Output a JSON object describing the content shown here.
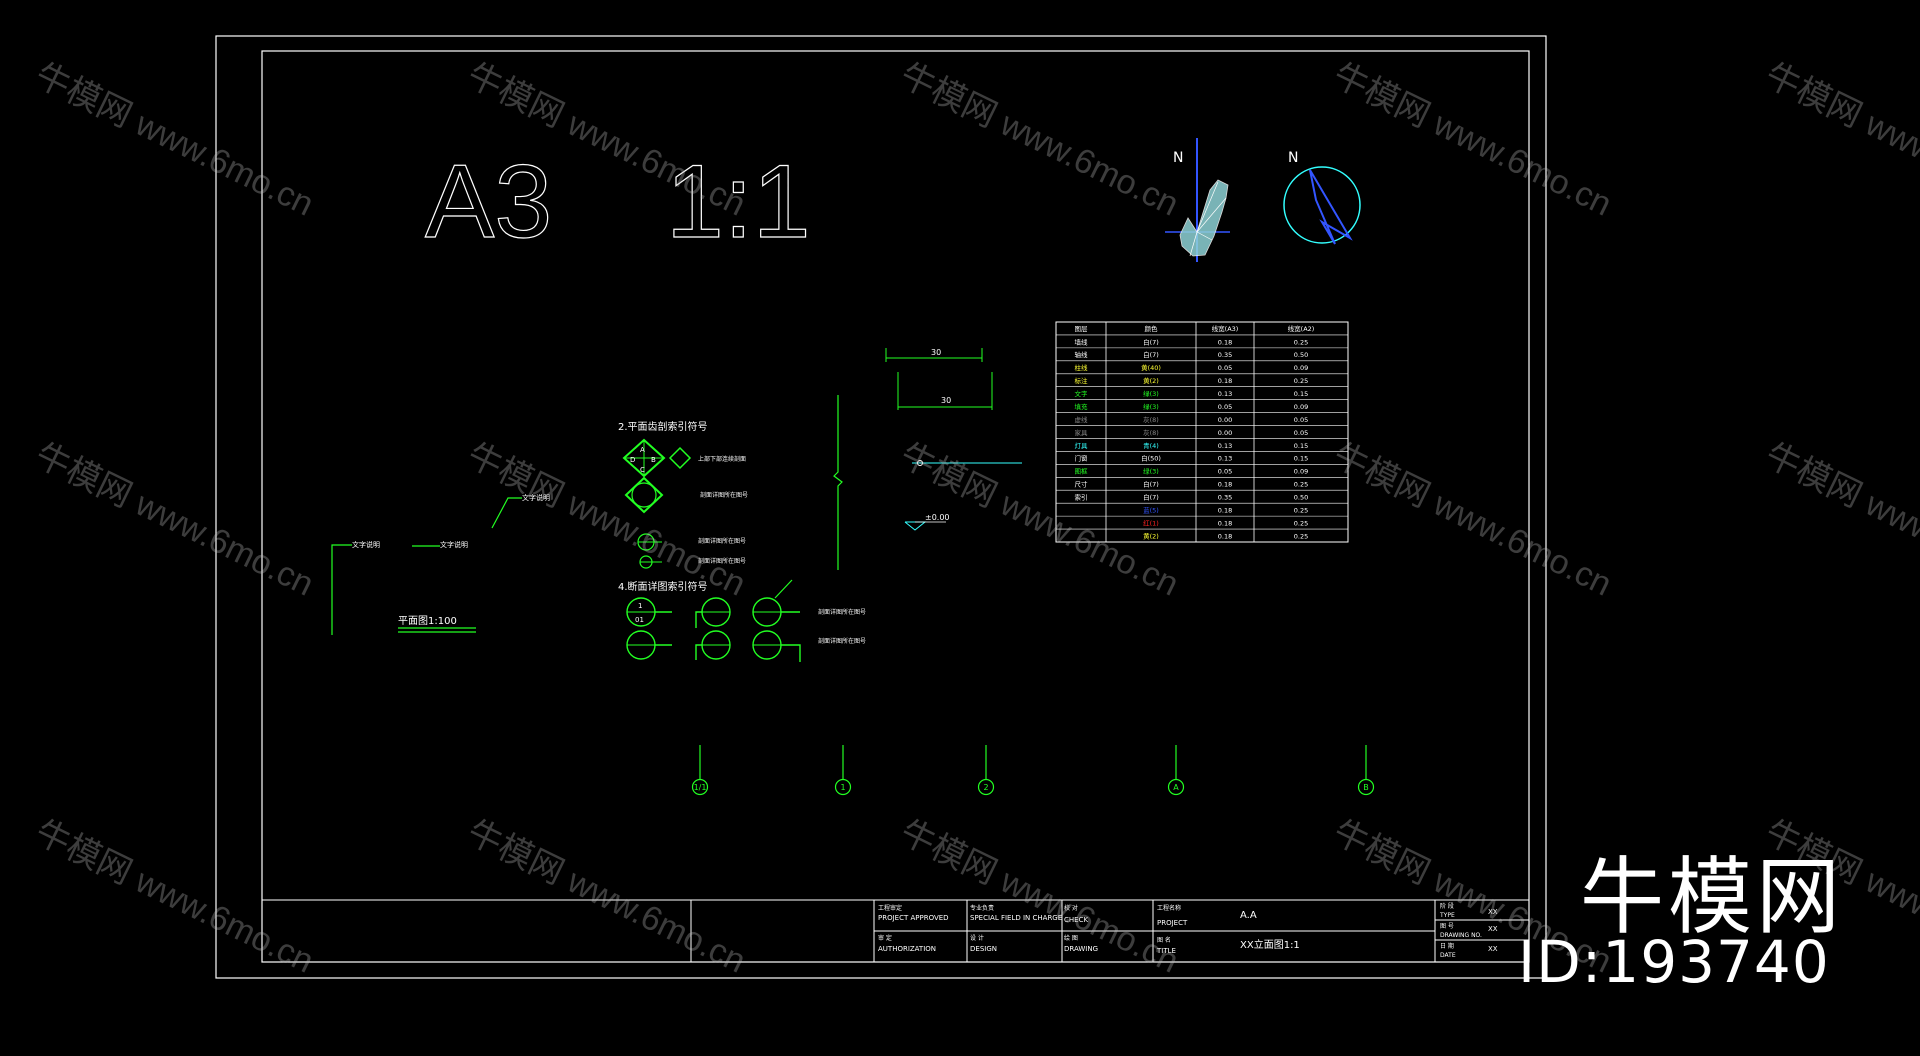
{
  "colors": {
    "background": "#000000",
    "frame": "#ffffff",
    "green": "#22ff22",
    "cyan": "#33ffff",
    "blue": "#3355ff",
    "yellow": "#ffff33",
    "red": "#ff2222",
    "watermark": "#bebebe"
  },
  "header": {
    "sheet_size": "A3",
    "scale": "1:1",
    "north_label_1": "N",
    "north_label_2": "N"
  },
  "dimensions": {
    "dim_1": "30",
    "dim_2": "30",
    "level_mark": "±0.00"
  },
  "annotations": {
    "section_2_title": "2.平面齿剖索引符号",
    "section_4_title": "4.断面详图索引符号",
    "callout_1": "文字说明",
    "callout_2": "文字说明",
    "callout_3": "文字说明",
    "plan_title": "平面图1:100",
    "note_a": "上部下部连续剖面",
    "note_b": "剖面详图所在图号",
    "note_c": "剖面详图所在图号",
    "note_d": "剖面详图所在图号",
    "note_e": "剖面详图所在图号",
    "note_f": "剖面详图所在图号",
    "sym_a": "A",
    "sym_b": "B",
    "sym_c": "C",
    "sym_d": "D",
    "sym_1": "1",
    "sym_01": "01"
  },
  "axis_labels": [
    "1/1",
    "1",
    "2",
    "A",
    "B"
  ],
  "layer_table": {
    "headers": [
      "图层",
      "颜色",
      "线宽(A3)",
      "线宽(A2)"
    ],
    "rows": [
      [
        "墙线",
        "白(7)",
        "0.18",
        "0.25"
      ],
      [
        "轴线",
        "白(7)",
        "0.35",
        "0.50"
      ],
      [
        "柱线",
        "黄(40)",
        "0.05",
        "0.09"
      ],
      [
        "标注",
        "黄(2)",
        "0.18",
        "0.25"
      ],
      [
        "文字",
        "绿(3)",
        "0.13",
        "0.15"
      ],
      [
        "填充",
        "绿(3)",
        "0.05",
        "0.09"
      ],
      [
        "虚线",
        "灰(8)",
        "0.00",
        "0.05"
      ],
      [
        "家具",
        "灰(8)",
        "0.00",
        "0.05"
      ],
      [
        "灯具",
        "青(4)",
        "0.13",
        "0.15"
      ],
      [
        "门窗",
        "白(50)",
        "0.13",
        "0.15"
      ],
      [
        "图框",
        "绿(3)",
        "0.05",
        "0.09"
      ],
      [
        "尺寸",
        "白(7)",
        "0.18",
        "0.25"
      ],
      [
        "索引",
        "白(7)",
        "0.35",
        "0.50"
      ],
      [
        "",
        "蓝(5)",
        "0.18",
        "0.25"
      ],
      [
        "",
        "红(1)",
        "0.18",
        "0.25"
      ],
      [
        "",
        "黄(2)",
        "0.18",
        "0.25"
      ]
    ],
    "row_colors": [
      "#ffffff",
      "#ffffff",
      "#ffff33",
      "#ffff33",
      "#22ff22",
      "#22ff22",
      "#888888",
      "#888888",
      "#33ffff",
      "#ffffff",
      "#22ff22",
      "#ffffff",
      "#ffffff",
      "#3355ff",
      "#ff2222",
      "#ffff33"
    ]
  },
  "title_block": {
    "approved_cn": "工程审定",
    "approved_en": "PROJECT APPROVED",
    "authorization_cn": "审 定",
    "authorization_en": "AUTHORIZATION",
    "special_cn": "专业负责",
    "special_en": "SPECIAL FIELD IN CHARGE",
    "design_cn": "设 计",
    "design_en": "DESIGN",
    "check_cn": "校 对",
    "check_en": "CHECK",
    "drawing_cn": "绘 图",
    "drawing_en": "DRAWING",
    "project_cn": "工程名称",
    "project_en": "PROJECT",
    "project_value": "A.A",
    "title_cn": "图 名",
    "title_en": "TITLE",
    "title_value": "XX立面图1:1",
    "type_cn": "阶 段",
    "type_en": "TYPE",
    "type_value": "XX",
    "no_cn": "图 号",
    "no_en": "DRAWING NO.",
    "no_value": "XX",
    "date_cn": "日 期",
    "date_en": "DATE",
    "date_value": "XX"
  },
  "watermark": {
    "text": "牛模网 www.6mo.cn"
  },
  "brand": {
    "name": "牛模网",
    "id": "ID:193740"
  }
}
